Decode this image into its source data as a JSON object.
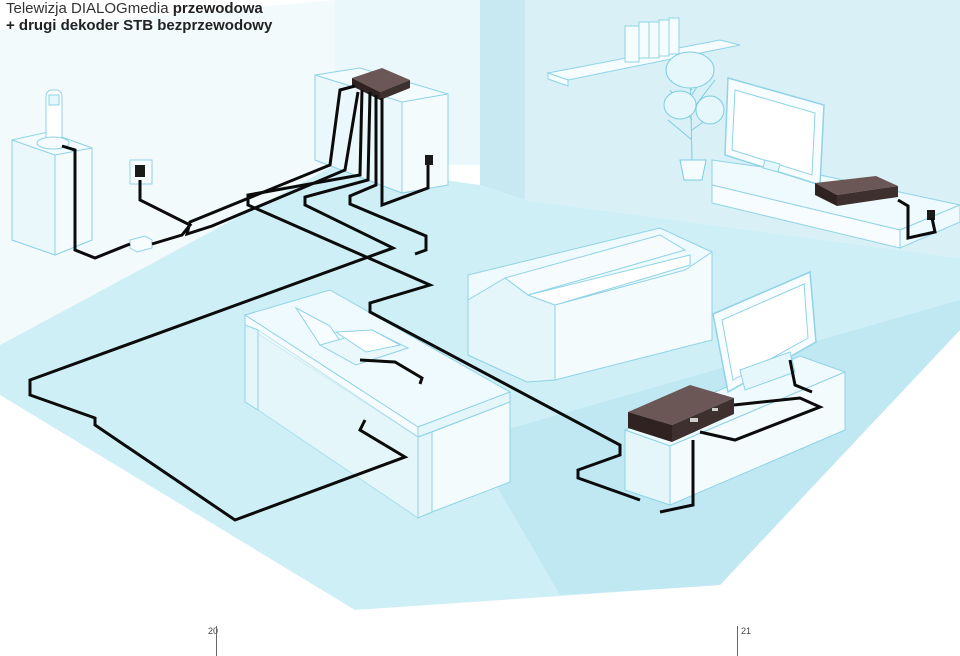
{
  "title": {
    "line1_light": "Telewizja DIALOGmedia",
    "line1_bold": "przewodowa",
    "line2": "+ drugi dekoder STB bezprzewodowy"
  },
  "page_numbers": {
    "left": "20",
    "right": "21"
  },
  "colors": {
    "floor": "#cdeef6",
    "wall": "#e6f6fa",
    "wall_shadow": "#d3eef5",
    "outline": "#8fd3e6",
    "cable": "#0b0b0b",
    "device": "#4a3b39"
  }
}
